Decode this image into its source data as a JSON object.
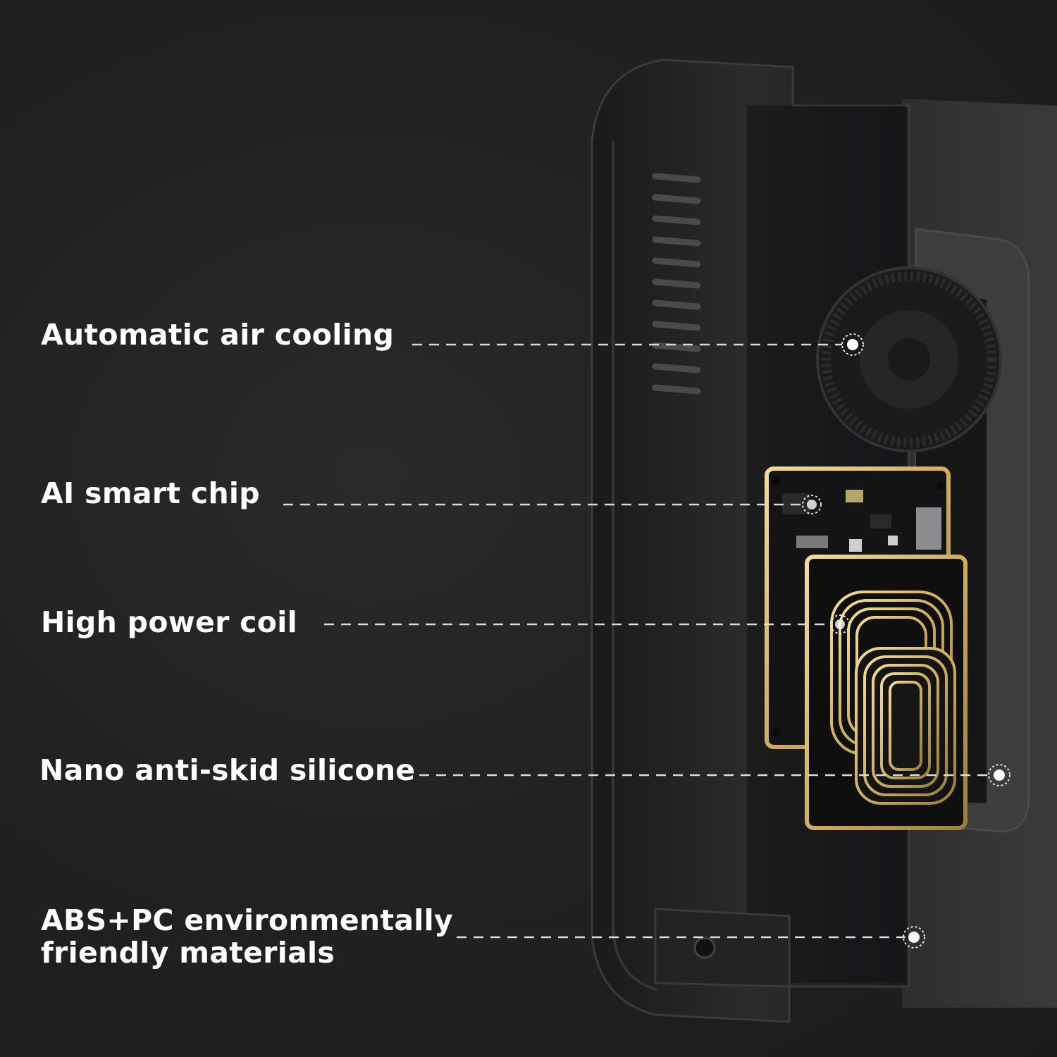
{
  "features": [
    {
      "label": "Automatic air cooling"
    },
    {
      "label": "AI smart chip"
    },
    {
      "label": "High power coil"
    },
    {
      "label": "Nano anti-skid silicone"
    },
    {
      "label_lines": [
        "ABS+PC environmentally",
        "friendly materials"
      ]
    }
  ],
  "colors": {
    "background": "#1f1f21",
    "text": "#ffffff",
    "callout_line": "#d9d9d9",
    "coil_gold": "#d9b96a",
    "pcb": "#141416"
  }
}
